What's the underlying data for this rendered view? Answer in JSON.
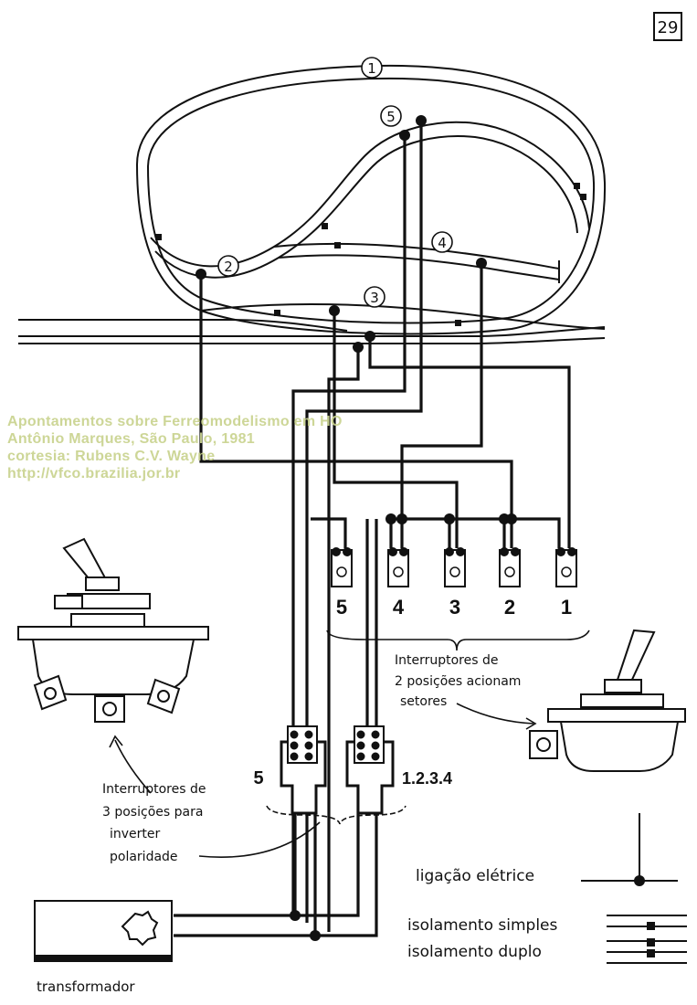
{
  "page_number": "29",
  "track_circles": [
    "1",
    "2",
    "3",
    "4",
    "5"
  ],
  "lamp_switch_labels": [
    "5",
    "4",
    "3",
    "2",
    "1"
  ],
  "reversing_switch_labels": [
    "5",
    "1.2.3.4"
  ],
  "labels": {
    "two_position_switches": [
      "Interruptores de",
      "2 posições acionam",
      "setores"
    ],
    "three_position_switches": [
      "Interruptores de",
      "3 posições para",
      "inverter",
      "polaridade"
    ],
    "transformer": "transformador"
  },
  "legend": {
    "electrical_connection": "ligação elétrice",
    "single_insulation": "isolamento simples",
    "double_insulation": "isolamento duplo"
  },
  "watermark": [
    "Apontamentos sobre Ferreomodelismo em HO",
    "Antônio Marques, São Paulo, 1981",
    "cortesia: Rubens C.V. Wayne",
    "http://vfco.brazilia.jor.br"
  ],
  "colors": {
    "ink": "#111111",
    "watermark": "#c9d38f",
    "paper": "#ffffff"
  }
}
